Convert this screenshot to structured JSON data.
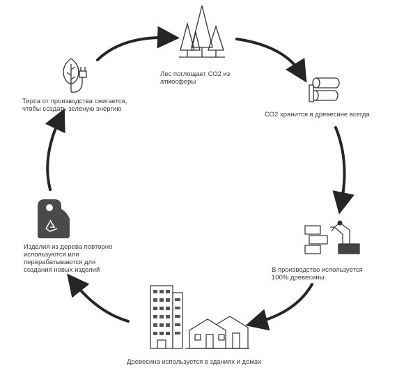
{
  "diagram": {
    "steps": [
      {
        "id": "forest",
        "lines": [
          "Лес поглощает СО2 из",
          "атмосферы"
        ],
        "icon": "forest-icon"
      },
      {
        "id": "storage",
        "lines": [
          "СО2 хранится в древесине всегда"
        ],
        "icon": "logs-icon"
      },
      {
        "id": "production",
        "lines": [
          "В производство используется",
          "100% древесины"
        ],
        "icon": "factory-icon"
      },
      {
        "id": "buildings",
        "lines": [
          "Древесина используется в зданиях и домах"
        ],
        "icon": "buildings-icon"
      },
      {
        "id": "recycling",
        "lines": [
          "Изделия из дерева повторно",
          "используются или",
          "перерабатываются для",
          "создания новых изделий"
        ],
        "icon": "recycle-tag-icon"
      },
      {
        "id": "energy",
        "lines": [
          "Тирса от производства сжигается,",
          "чтобы создать зеленую энергию"
        ],
        "icon": "green-energy-icon"
      }
    ],
    "colors": {
      "arrow": "#262626",
      "icon": "#333333",
      "text": "#3a3a3a"
    }
  }
}
